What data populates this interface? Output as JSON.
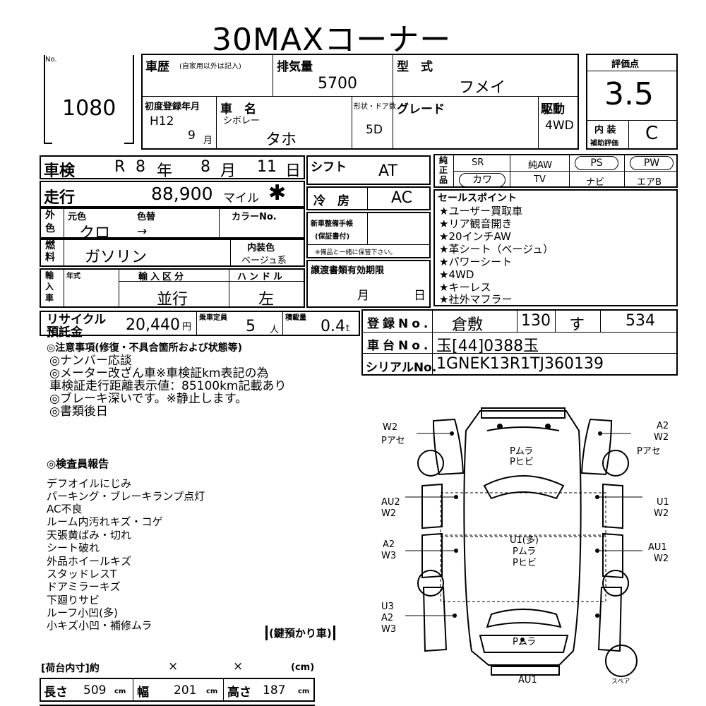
{
  "title": "30MAXコーナー",
  "lot": {
    "no_label": "No.",
    "number": "1080"
  },
  "history": {
    "label": "車歴",
    "note": "(自家用以外は記入)"
  },
  "displacement": {
    "label": "排気量",
    "value": "5700"
  },
  "model_type": {
    "label": "型　式",
    "value": "フメイ"
  },
  "score": {
    "label": "評価点",
    "value": "3.5"
  },
  "interior_score": {
    "label_line1": "内 装",
    "label_line2": "補助評価",
    "value": "C"
  },
  "first_reg": {
    "label": "初度登録年月",
    "era": "H12",
    "month": "9",
    "month_unit": "月"
  },
  "car_name": {
    "label": "車　名",
    "maker": "シボレー",
    "model": "タホ"
  },
  "doors": {
    "label": "形状・ドア数",
    "value": "5D"
  },
  "grade": {
    "label": "グレード"
  },
  "drive": {
    "label": "駆動",
    "value": "4WD"
  },
  "inspection": {
    "label": "車検",
    "era": "R",
    "year": "8",
    "year_unit": "年",
    "month": "8",
    "month_unit": "月",
    "day": "11",
    "day_unit": "日"
  },
  "shift": {
    "label": "シフト",
    "value": "AT"
  },
  "equipment": {
    "label": "純正品",
    "row1": [
      "SR",
      "純AW",
      "PS",
      "PW"
    ],
    "row2": [
      "カワ",
      "TV",
      "ナビ",
      "エアB"
    ]
  },
  "mileage": {
    "label": "走行",
    "value": "88,900",
    "unit": "マイル",
    "mark": "✱"
  },
  "aircon": {
    "label": "冷　房",
    "value": "AC"
  },
  "sales_points": {
    "label": "セールスポイント",
    "items": [
      "★ユーザー買取車",
      "★リア観音開き",
      "★20インチAW",
      "★革シート（ベージュ）",
      "★パワーシート",
      "★4WD",
      "★キーレス",
      "★社外マフラー"
    ]
  },
  "exterior_color": {
    "label": "外色",
    "orig_label": "元色",
    "change_label": "色替",
    "orig_value": "クロ",
    "arrow": "→",
    "code_label": "カラーNo."
  },
  "new_car_manual": {
    "label_line1": "新車整備手帳",
    "label_line2": "(保証書付)",
    "note": "※備品と一緒に保管下さい。"
  },
  "fuel": {
    "label": "燃料",
    "value": "ガソリン",
    "interior_label": "内装色",
    "interior_value": "ベージュ系"
  },
  "import": {
    "label": "輸入車",
    "year_label": "年式",
    "type_label": "輸入区分",
    "type_value": "並行",
    "handle_label": "ハンドル",
    "handle_value": "左"
  },
  "transfer": {
    "label": "譲渡書類有効期限",
    "month_unit": "月",
    "day_unit": "日"
  },
  "recycle": {
    "label_line1": "リサイクル",
    "label_line2": "預託金",
    "value": "20,440",
    "unit": "円"
  },
  "capacity": {
    "label": "乗車定員",
    "value": "5",
    "unit": "人"
  },
  "load": {
    "label": "積載量",
    "value": "0.4",
    "unit": "t"
  },
  "registration": {
    "label": "登録No.",
    "region": "倉敷",
    "class": "130",
    "kana": "す",
    "number": "534"
  },
  "chassis": {
    "label": "車台No.",
    "value": "玉[44]0388玉"
  },
  "serial": {
    "label": "シリアルNo.",
    "value": "1GNEK13R1TJ360139"
  },
  "notes": {
    "label": "◎注意事項(修復・不具合箇所および状態等)",
    "lines": [
      "◎ナンバー応談",
      "◎メーター改ざん車※車検証km表記の為",
      "車検証走行距離表示値：85100km記載あり",
      "◎ブレーキ深いです。※静止します。",
      "◎書類後日"
    ]
  },
  "inspector": {
    "label": "◎検査員報告",
    "items": [
      "デフオイルにじみ",
      "パーキング・ブレーキランプ点灯",
      "AC不良",
      "ルーム内汚れキズ・コゲ",
      "天張黄ばみ・切れ",
      "シート破れ",
      "外品ホイールキズ",
      "スタッドレスT",
      "ドアミラーキズ",
      "下廻りサビ",
      "ルーフ小凹(多)",
      "小キズ小凹・補修ムラ"
    ]
  },
  "key_stamp": "(鍵預かり車)",
  "cargo": {
    "label": "[荷台内寸]約",
    "x1": "×",
    "x2": "×",
    "unit": "(cm)"
  },
  "size": {
    "length_label": "長さ",
    "length": "509",
    "width_label": "幅",
    "width": "201",
    "height_label": "高さ",
    "height": "187",
    "unit": "cm"
  },
  "diagram": {
    "fl": [
      "W2",
      "Pアセ"
    ],
    "fr": [
      "A2",
      "W2",
      "Pアセ"
    ],
    "hood": [
      "Pムラ",
      "Pヒビ"
    ],
    "lfd": [
      "AU2",
      "W2"
    ],
    "rfd": [
      "U1",
      "W2"
    ],
    "roof": [
      "U1(多)",
      "Pムラ",
      "Pヒビ"
    ],
    "lrd": [
      "A2",
      "W3"
    ],
    "rrd": [
      "AU1",
      "W2"
    ],
    "lrq": [
      "U3",
      "A2",
      "W3"
    ],
    "rear": "Pムラ",
    "bumper": "AU1",
    "spare": "スペア"
  }
}
